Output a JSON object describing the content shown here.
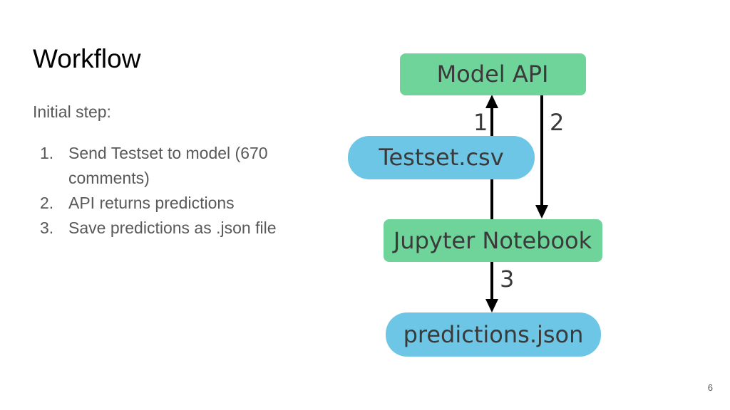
{
  "slide": {
    "title": "Workflow",
    "subtitle": "Initial step:",
    "steps": [
      {
        "num": "1.",
        "text": "Send Testset to model (670 comments)"
      },
      {
        "num": "2.",
        "text": "API returns predictions"
      },
      {
        "num": "3.",
        "text": "Save predictions as .json file"
      }
    ],
    "page_number": "6"
  },
  "diagram": {
    "nodes": {
      "model_api": "Model API",
      "testset": "Testset.csv",
      "jupyter": "Jupyter Notebook",
      "predictions": "predictions.json"
    },
    "arrows": {
      "a1": "1",
      "a2": "2",
      "a3": "3"
    },
    "colors": {
      "green": "#6fd49a",
      "blue": "#6ec6e6",
      "arrow": "#000000"
    }
  }
}
